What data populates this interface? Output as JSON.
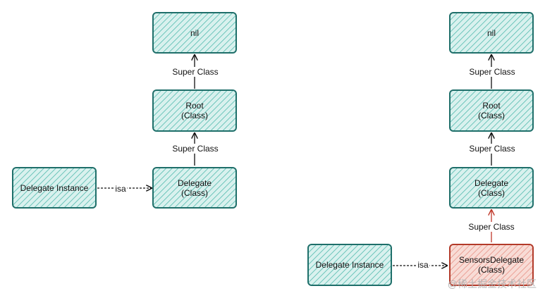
{
  "left": {
    "nil": "nil",
    "root": [
      "Root",
      "(Class)"
    ],
    "delegate": [
      "Delegate",
      "(Class)"
    ],
    "instance": "Delegate Instance",
    "super1": "Super Class",
    "super2": "Super Class",
    "isa": "isa"
  },
  "right": {
    "nil": "nil",
    "root": [
      "Root",
      "(Class)"
    ],
    "delegate": [
      "Delegate",
      "(Class)"
    ],
    "sensors": [
      "SensorsDelegate",
      "(Class)"
    ],
    "instance": "Delegate Instance",
    "super1": "Super Class",
    "super2": "Super Class",
    "super3": "Super Class",
    "isa": "isa"
  },
  "watermark": "@稀土掘金技术社区",
  "colors": {
    "teal_stroke": "#1f6f6a",
    "teal_fill": "#d9f1ee",
    "red_stroke": "#b33b2a",
    "red_fill": "#f8dcd6",
    "red_arrow": "#c0392b"
  }
}
